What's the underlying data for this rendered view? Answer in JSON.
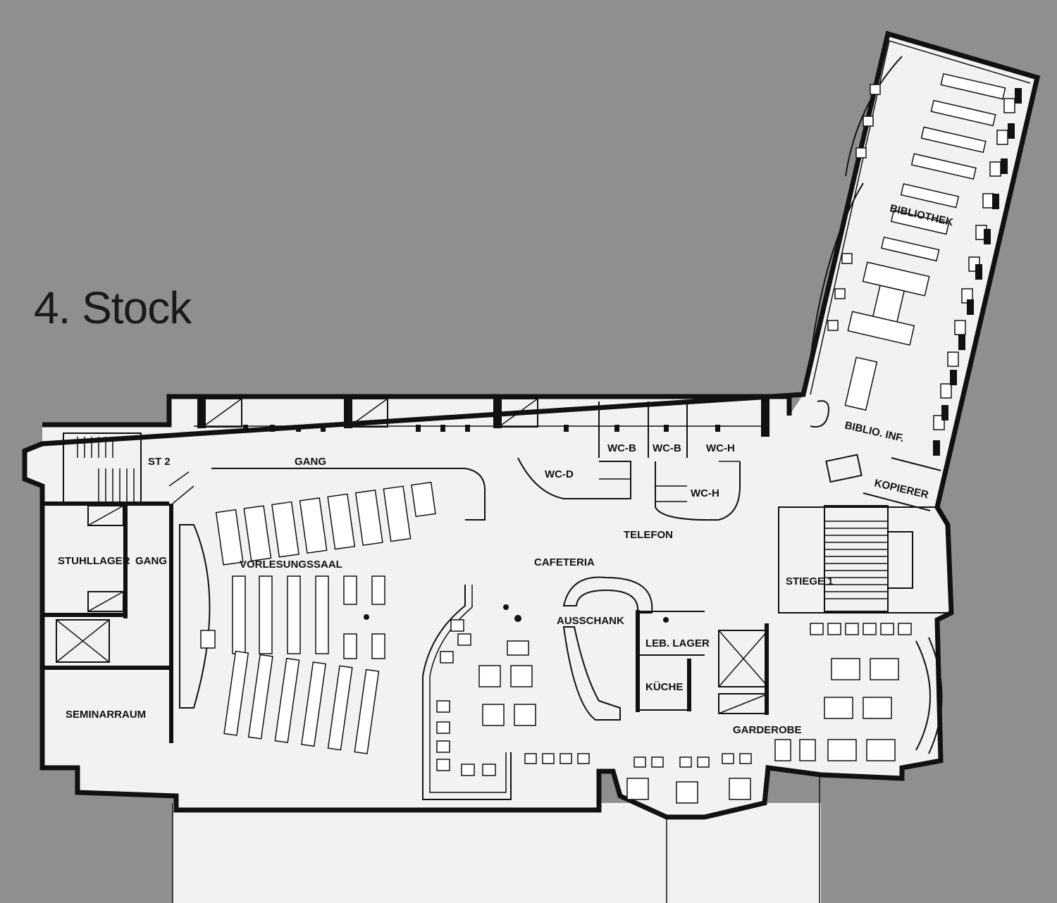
{
  "floor_title": "4. Stock",
  "rooms": {
    "bibliothek": "BIBLIOTHEK",
    "biblio_inf": "BIBLIO. INF.",
    "kopierer": "KOPIERER",
    "st2": "ST 2",
    "gang_top": "GANG",
    "wc_b_1": "WC-B",
    "wc_b_2": "WC-B",
    "wc_h_1": "WC-H",
    "wc_d": "WC-D",
    "wc_h_2": "WC-H",
    "telefon": "TELEFON",
    "stuhllager": "STUHLLAGER",
    "gang_left": "GANG",
    "vorlesungssaal": "VORLESUNGSSAAL",
    "cafeteria": "CAFETERIA",
    "stiege1": "STIEGE 1",
    "ausschank": "AUSSCHANK",
    "leb_lager": "LEB. LAGER",
    "kueche": "KÜCHE",
    "seminarraum": "SEMINARRAUM",
    "garderobe": "GARDEROBE"
  },
  "colors": {
    "background": "#8f8f8f",
    "floor": "#f2f2f2",
    "walls": "#111111"
  }
}
